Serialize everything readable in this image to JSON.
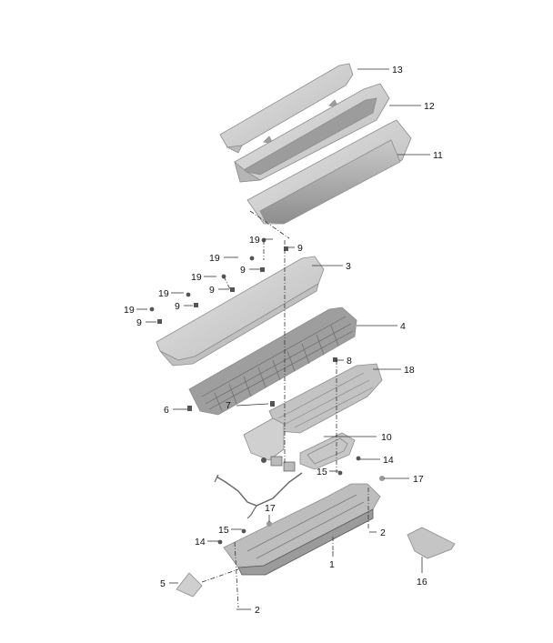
{
  "callouts": {
    "c13": "13",
    "c12": "12",
    "c11": "11",
    "c3": "3",
    "c4": "4",
    "c18": "18",
    "c8": "8",
    "c7": "7",
    "c6": "6",
    "c10": "10",
    "c14a": "14",
    "c15a": "15",
    "c17a": "17",
    "c17b": "17",
    "c15b": "15",
    "c14b": "14",
    "c2a": "2",
    "c2b": "2",
    "c1": "1",
    "c5": "5",
    "c16": "16",
    "c19a": "19",
    "c9a": "9",
    "c19b": "19",
    "c9b": "9",
    "c19c": "19",
    "c9c": "9",
    "c19d": "19",
    "c9d": "9",
    "c19e": "19",
    "c9e": "9"
  },
  "colors": {
    "part_fill": "#d2d2d2",
    "part_dark": "#a9a9a9",
    "grille_fill": "#9a9a9a",
    "line": "#333333",
    "background": "#ffffff"
  }
}
